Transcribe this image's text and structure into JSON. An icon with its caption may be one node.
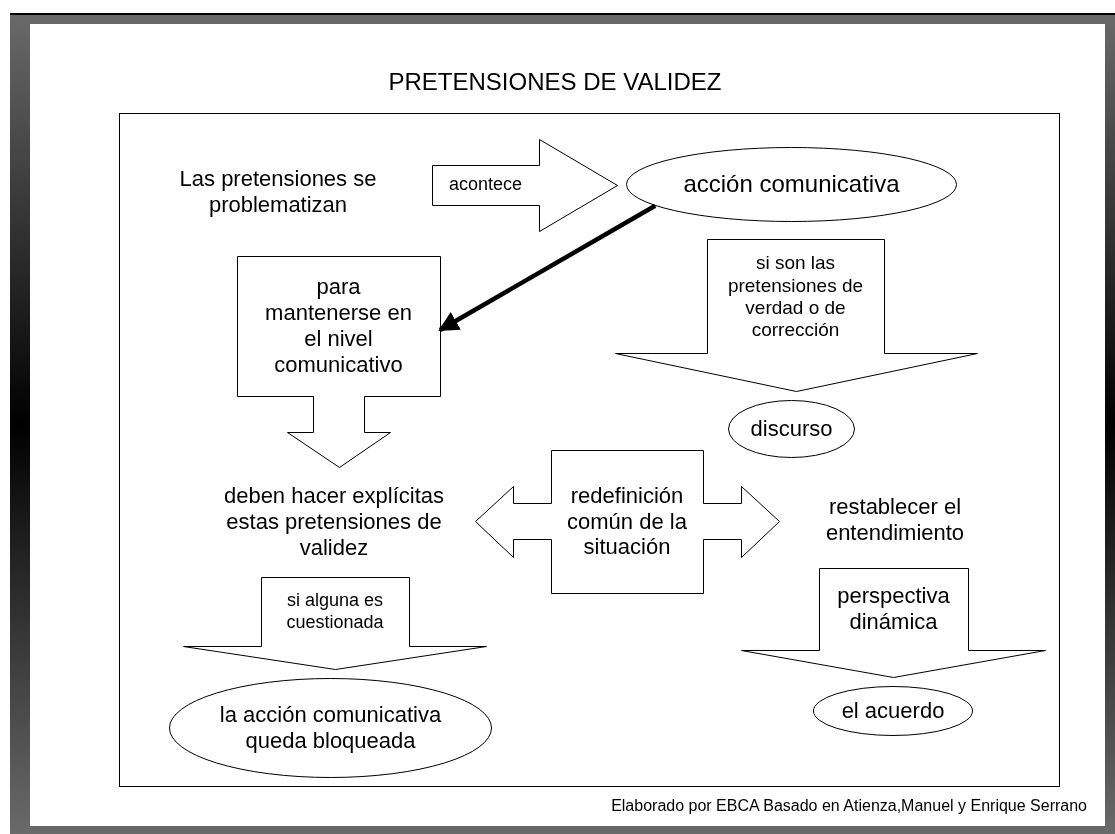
{
  "diagram": {
    "title": "PRETENSIONES DE VALIDEZ",
    "caption": "Elaborado por EBCA Basado en Atienza,Manuel y Enrique Serrano",
    "nodes": [
      {
        "text": [
          "Las pretensiones se problematizan"
        ]
      },
      {
        "text": [
          "acontece"
        ]
      },
      {
        "text": [
          "acción comunicativa"
        ]
      },
      {
        "text": [
          "para mantenerse en el nivel comunicativo"
        ]
      },
      {
        "text": [
          "si son las pretensiones de verdad o de corrección"
        ]
      },
      {
        "text": [
          "discurso"
        ]
      },
      {
        "text": [
          "deben hacer explícitas estas pretensiones de validez"
        ]
      },
      {
        "text": [
          "redefinición común de la situación"
        ]
      },
      {
        "text": [
          "restablecer el entendimiento"
        ]
      },
      {
        "text": [
          "si alguna es cuestionada"
        ]
      },
      {
        "text": [
          "perspectiva dinámica"
        ]
      },
      {
        "text": [
          "la acción comunicativa queda bloqueada"
        ]
      },
      {
        "text": [
          "el acuerdo"
        ]
      }
    ],
    "edges": [
      {
        "from": 2,
        "to": 3,
        "arrow": "to"
      }
    ]
  }
}
